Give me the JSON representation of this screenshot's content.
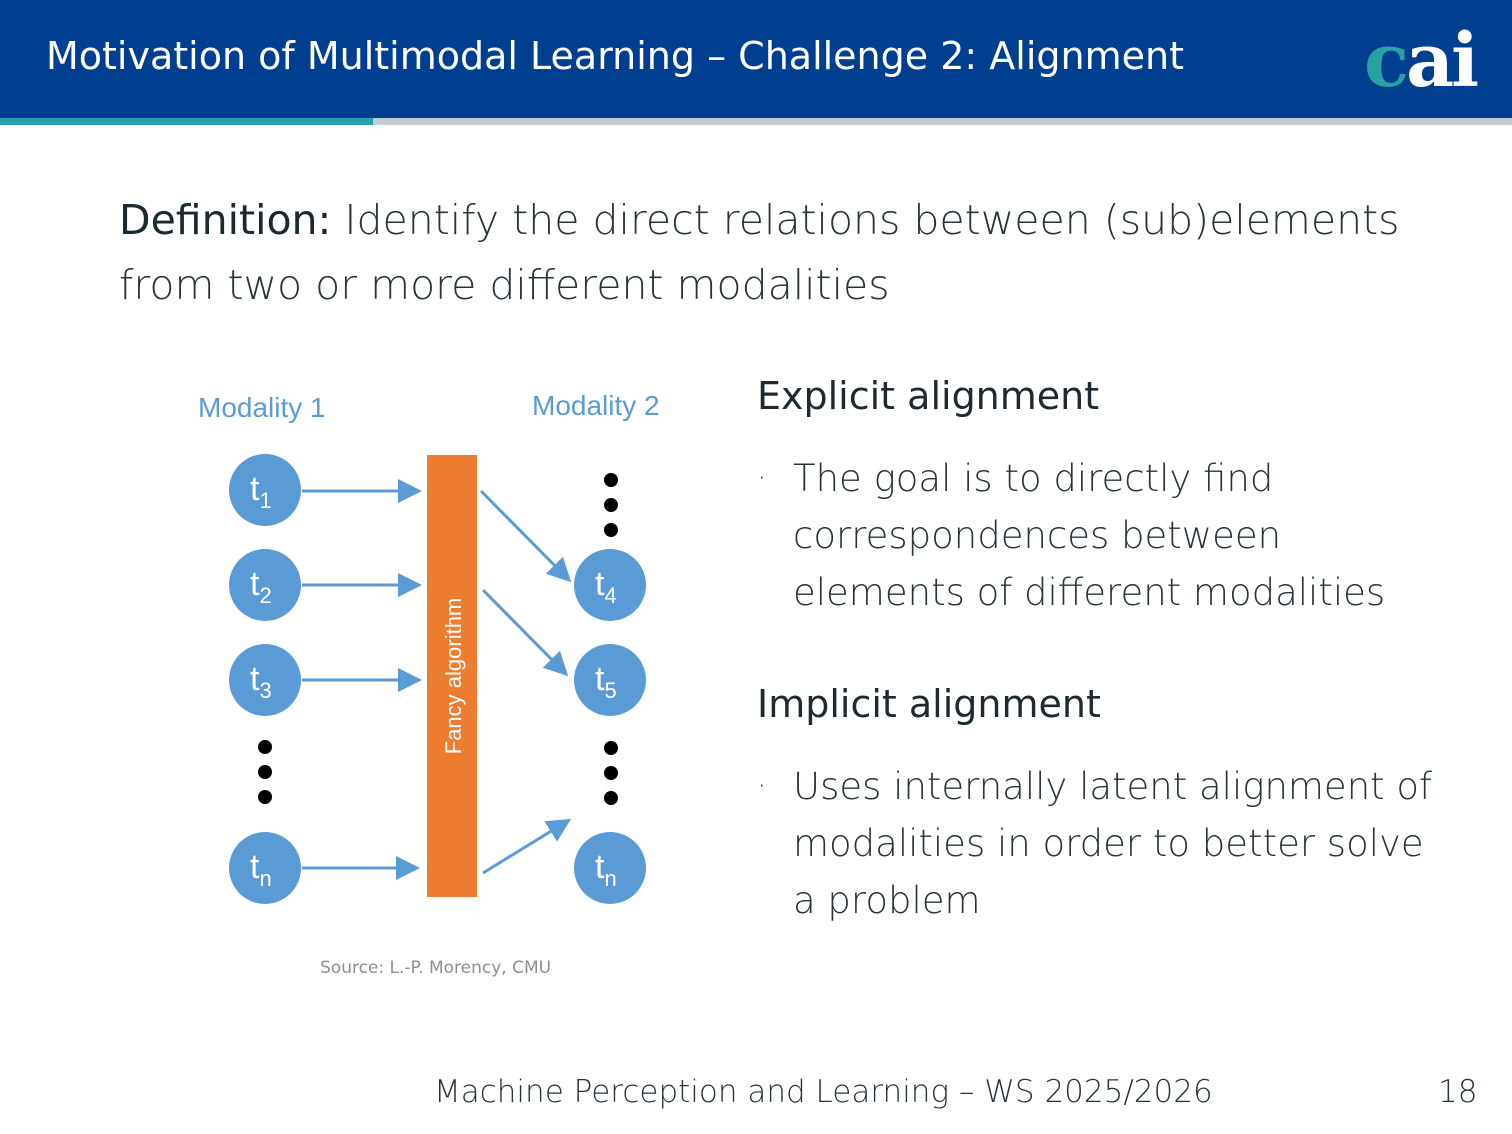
{
  "header": {
    "title": "Motivation of Multimodal Learning – Challenge 2: Alignment",
    "logo_text": "cai"
  },
  "definition": {
    "label": "Definition:",
    "text": "Identify the direct relations between (sub)elements from two or more different modalities"
  },
  "diagram": {
    "modality1_label": "Modality 1",
    "modality2_label": "Modality 2",
    "algorithm_label": "Fancy algorithm",
    "left_nodes": [
      {
        "t": "t",
        "sub": "1"
      },
      {
        "t": "t",
        "sub": "2"
      },
      {
        "t": "t",
        "sub": "3"
      },
      {
        "t": "t",
        "sub": "n"
      }
    ],
    "right_nodes": [
      {
        "t": "t",
        "sub": "4"
      },
      {
        "t": "t",
        "sub": "5"
      },
      {
        "t": "t",
        "sub": "n"
      }
    ],
    "colors": {
      "node": "#5b9bd5",
      "algorithm": "#ed7d31",
      "label": "#5b9bd5"
    },
    "source": "Source:  L.-P. Morency, CMU"
  },
  "sections": [
    {
      "heading": "Explicit alignment",
      "bullet": "The goal is to directly find correspondences between elements of different modalities"
    },
    {
      "heading": "Implicit alignment",
      "bullet": "Uses internally latent alignment of modalities in order to better solve a problem"
    }
  ],
  "footer": {
    "course": "Machine Perception and Learning – WS 2025/2026",
    "page": "18"
  }
}
